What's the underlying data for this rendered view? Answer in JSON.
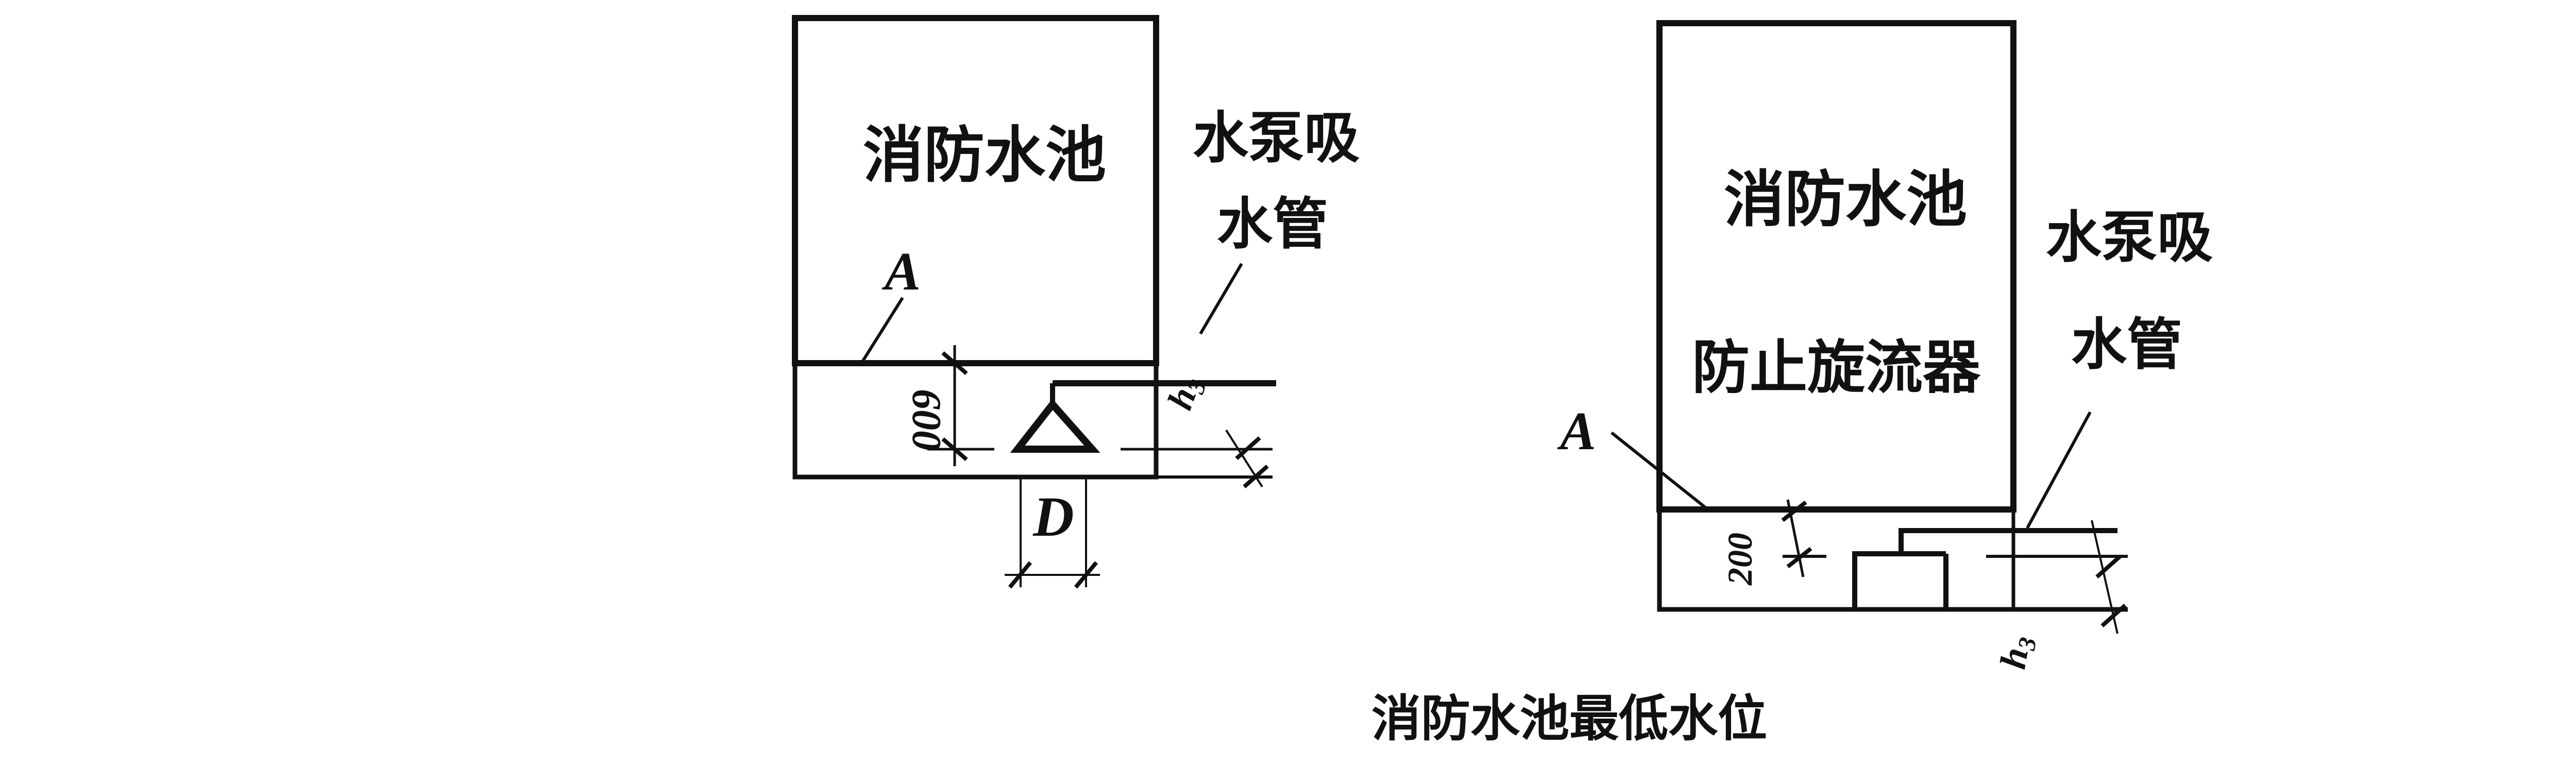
{
  "left_diagram": {
    "pool_label": "消防水池",
    "pipe_label_line1": "水泵吸",
    "pipe_label_line2": "水管",
    "point_label": "A",
    "depth_dim": "600",
    "diameter_label": "D",
    "h_label": "h",
    "h_sub": "3"
  },
  "right_diagram": {
    "pool_label": "消防水池",
    "device_label": "防止旋流器",
    "pipe_label_line1": "水泵吸",
    "pipe_label_line2": "水管",
    "point_label": "A",
    "depth_dim": "200",
    "h_label": "h",
    "h_sub": "3"
  },
  "caption": "消防水池最低水位",
  "colors": {
    "line": "#111111",
    "background": "#ffffff"
  }
}
